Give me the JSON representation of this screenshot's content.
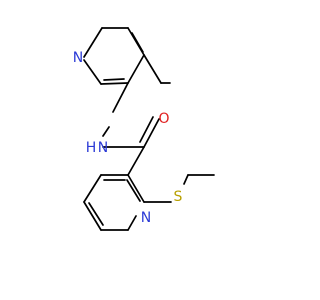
{
  "structure": {
    "atoms": [
      {
        "id": "N_pyridine_top",
        "symbol": "N",
        "color": "#2b3ad6"
      },
      {
        "id": "N_amide",
        "symbol": "N",
        "H": "H",
        "color": "#2b3ad6"
      },
      {
        "id": "O_carbonyl",
        "symbol": "O",
        "color": "#e02020"
      },
      {
        "id": "S_thioether",
        "symbol": "S",
        "color": "#b8a000"
      },
      {
        "id": "N_pyridine_bottom",
        "symbol": "N",
        "color": "#2b3ad6"
      }
    ]
  }
}
